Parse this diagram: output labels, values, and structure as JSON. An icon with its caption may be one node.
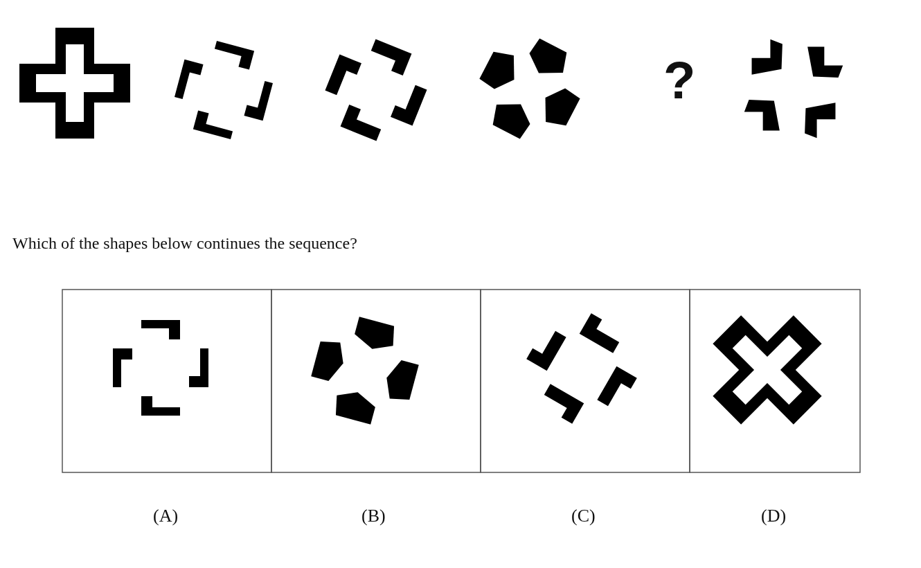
{
  "diagram": {
    "labels": [
      "?",
      "Which of the shapes below continues the sequence?",
      "(A)",
      "(B)",
      "(C)",
      "(D)"
    ]
  }
}
